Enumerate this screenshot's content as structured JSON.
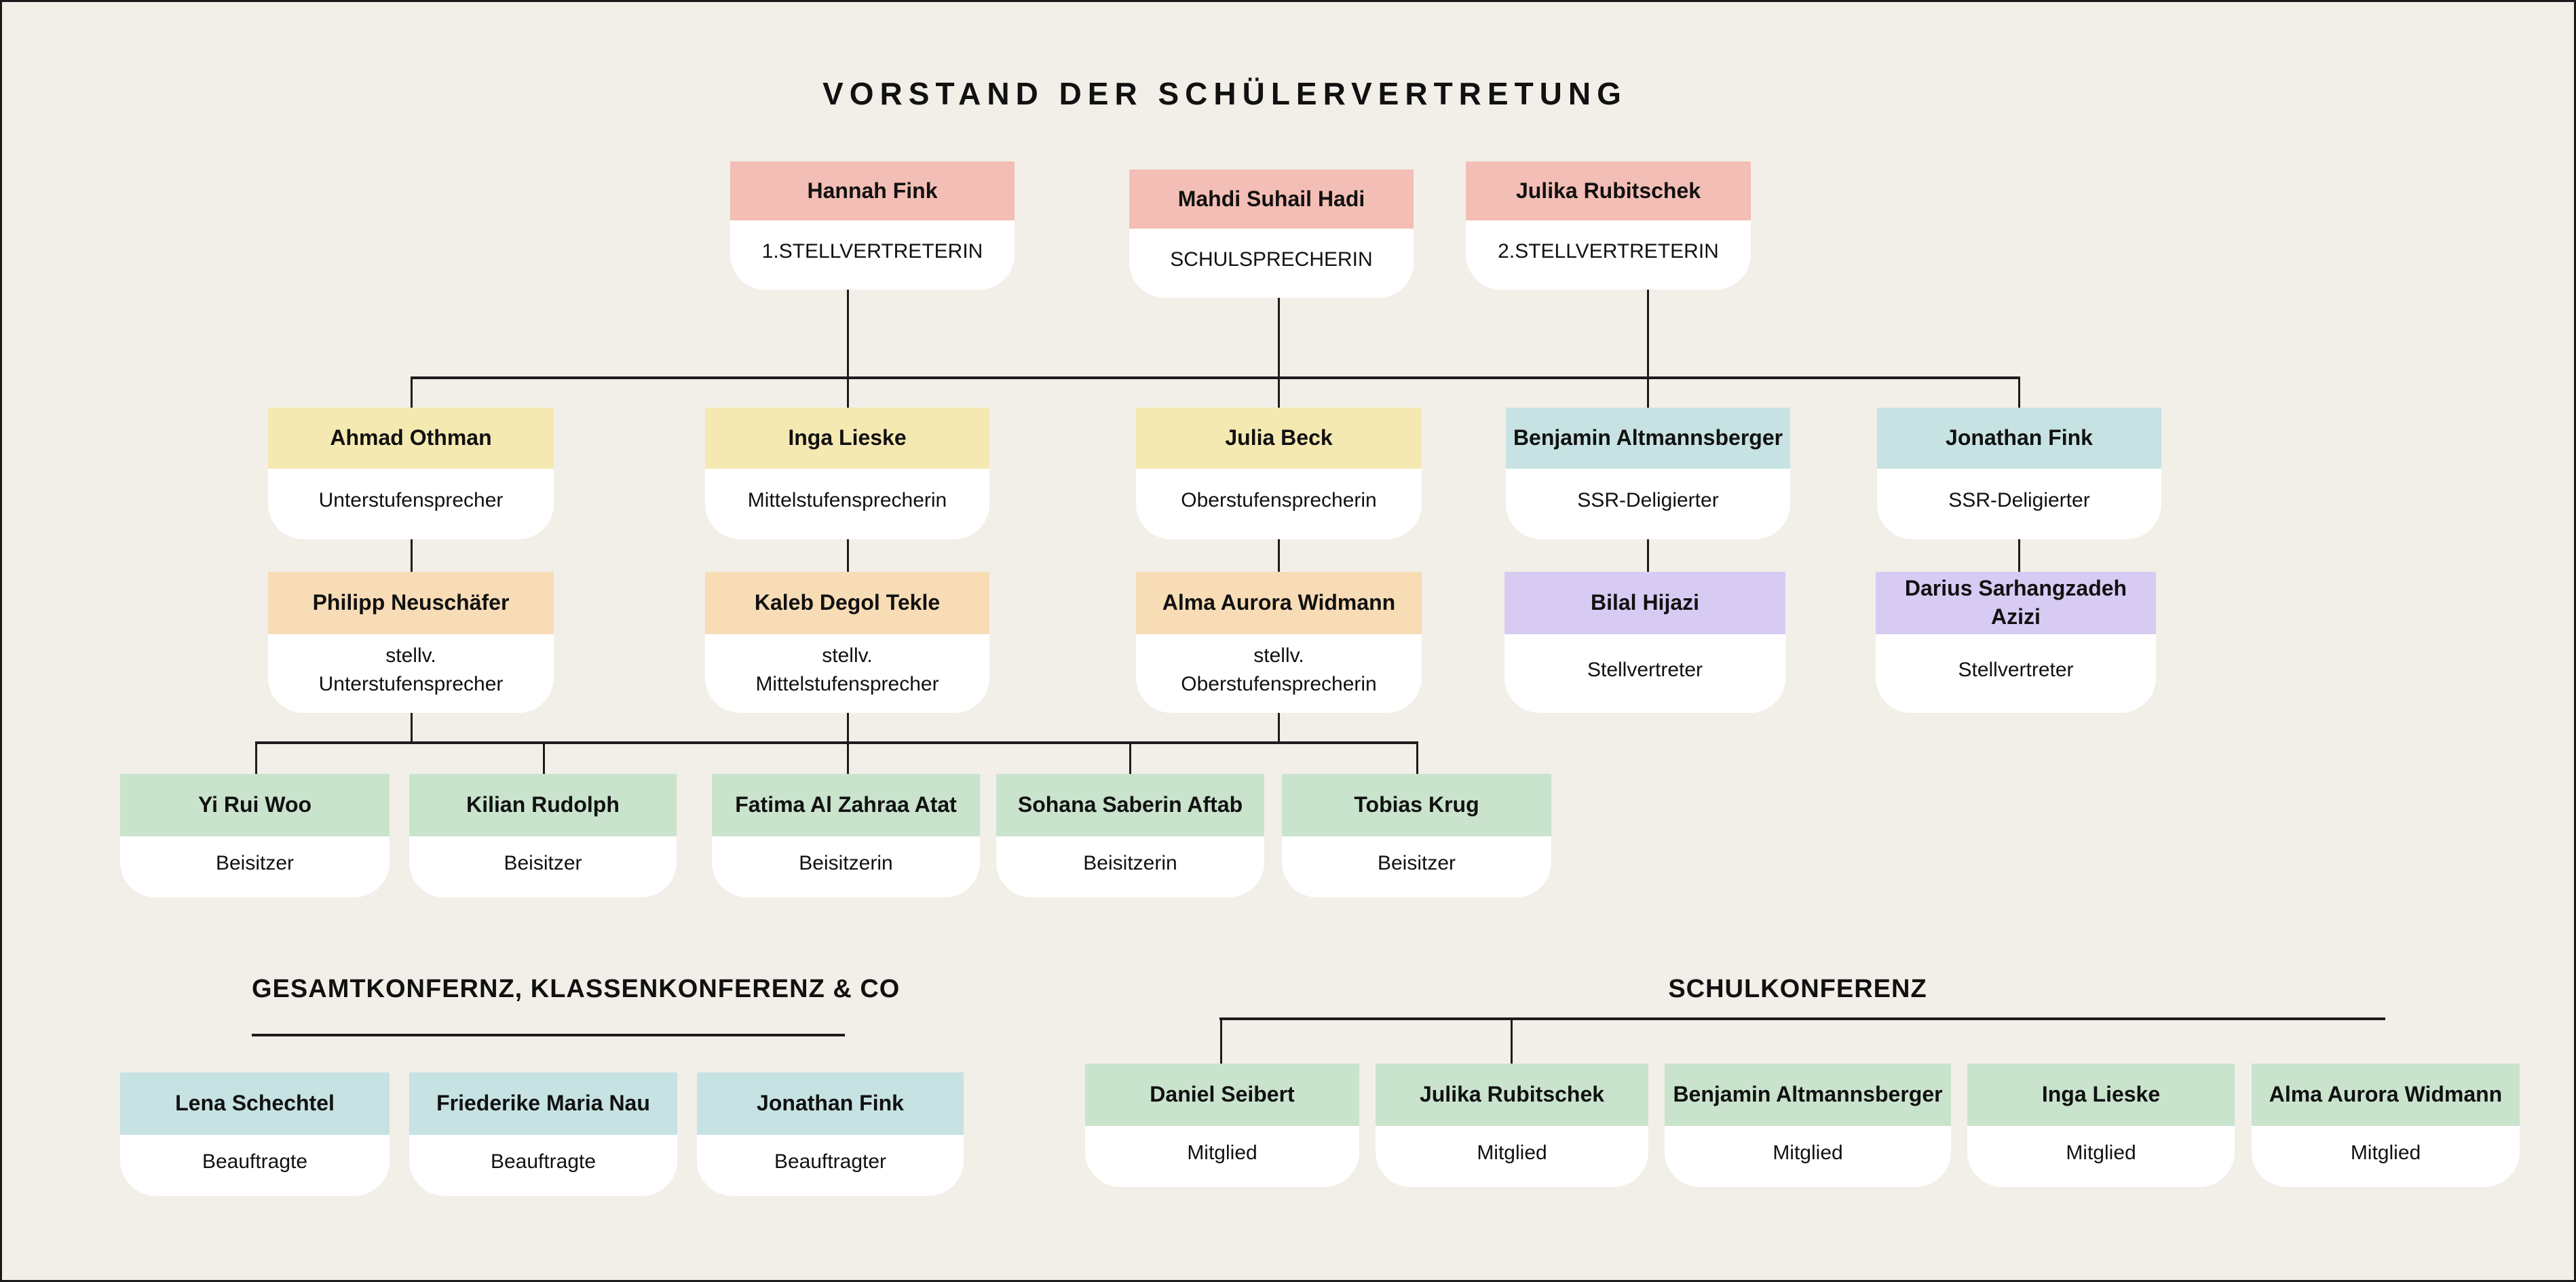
{
  "title": "VORSTAND DER SCHÜLERVERTRETUNG",
  "palette": {
    "background": "#f2efe8",
    "line": "#1c1c1c",
    "card_body": "#ffffff",
    "pink": "#f3beb5",
    "yellow": "#f5e9b2",
    "teal": "#c7e2e2",
    "orange": "#f7dcb6",
    "purple": "#d7cbf4",
    "green": "#c9e3cd"
  },
  "org": {
    "top": [
      {
        "name": "Hannah Fink",
        "role": "1.STELLVERTRETERIN",
        "color": "pink"
      },
      {
        "name": "Mahdi Suhail Hadi",
        "role": "SCHULSPRECHERIN",
        "color": "pink"
      },
      {
        "name": "Julika Rubitschek",
        "role": "2.STELLVERTRETERIN",
        "color": "pink"
      }
    ],
    "level_speakers": [
      {
        "name": "Ahmad Othman",
        "role": "Unterstufensprecher",
        "color": "yellow"
      },
      {
        "name": "Inga Lieske",
        "role": "Mittelstufensprecherin",
        "color": "yellow"
      },
      {
        "name": "Julia Beck",
        "role": "Oberstufensprecherin",
        "color": "yellow"
      },
      {
        "name": "Benjamin Altmannsberger",
        "role": "SSR-Deligierter",
        "color": "teal"
      },
      {
        "name": "Jonathan Fink",
        "role": "SSR-Deligierter",
        "color": "teal"
      }
    ],
    "deputies": [
      {
        "name": "Philipp Neuschäfer",
        "role": "stellv.\nUnterstufensprecher",
        "color": "orange"
      },
      {
        "name": "Kaleb Degol Tekle",
        "role": "stellv.\nMittelstufensprecher",
        "color": "orange"
      },
      {
        "name": "Alma Aurora Widmann",
        "role": "stellv.\nOberstufensprecherin",
        "color": "orange"
      },
      {
        "name": "Bilal Hijazi",
        "role": "Stellvertreter",
        "color": "purple"
      },
      {
        "name": "Darius Sarhangzadeh\nAzizi",
        "role": "Stellvertreter",
        "color": "purple"
      }
    ],
    "assessors": [
      {
        "name": "Yi Rui Woo",
        "role": "Beisitzer",
        "color": "green"
      },
      {
        "name": "Kilian Rudolph",
        "role": "Beisitzer",
        "color": "green"
      },
      {
        "name": "Fatima Al Zahraa Atat",
        "role": "Beisitzerin",
        "color": "green"
      },
      {
        "name": "Sohana Saberin Aftab",
        "role": "Beisitzerin",
        "color": "green"
      },
      {
        "name": "Tobias Krug",
        "role": "Beisitzer",
        "color": "green"
      }
    ]
  },
  "sections": {
    "conferences": {
      "title": "GESAMTKONFERNZ, KLASSENKONFERENZ & CO",
      "cards": [
        {
          "name": "Lena Schechtel",
          "role": "Beauftragte",
          "color": "teal"
        },
        {
          "name": "Friederike Maria Nau",
          "role": "Beauftragte",
          "color": "teal"
        },
        {
          "name": "Jonathan Fink",
          "role": "Beauftragter",
          "color": "teal"
        }
      ]
    },
    "school_conference": {
      "title": "SCHULKONFERENZ",
      "cards": [
        {
          "name": "Daniel Seibert",
          "role": "Mitglied",
          "color": "green"
        },
        {
          "name": "Julika Rubitschek",
          "role": "Mitglied",
          "color": "green"
        },
        {
          "name": "Benjamin Altmannsberger",
          "role": "Mitglied",
          "color": "green"
        },
        {
          "name": "Inga Lieske",
          "role": "Mitglied",
          "color": "green"
        },
        {
          "name": "Alma Aurora Widmann",
          "role": "Mitglied",
          "color": "green"
        }
      ]
    }
  }
}
